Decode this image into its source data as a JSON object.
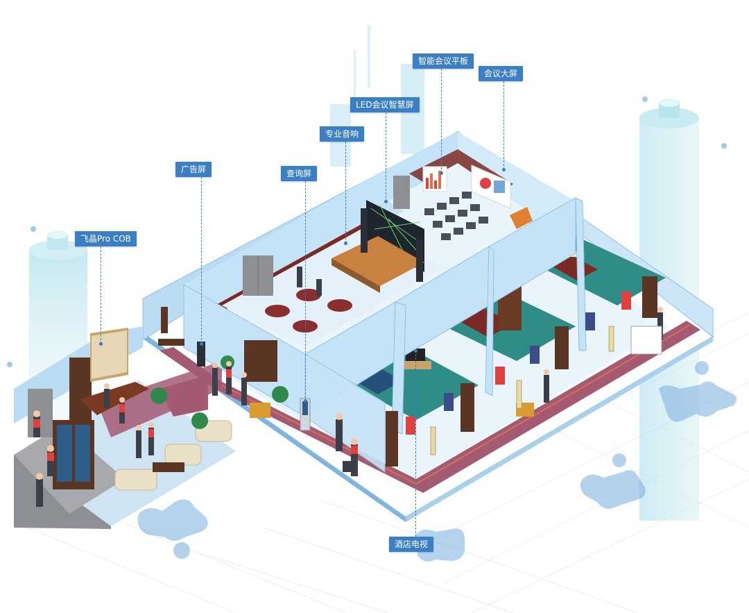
{
  "labels": {
    "feijing_pro_cob": "飞晶Pro COB",
    "ad_screen": "广告屏",
    "query_screen": "查询屏",
    "pro_audio": "专业音响",
    "led_meeting_screen": "LED会议智慧屏",
    "smart_meeting_tablet": "智能会议平板",
    "meeting_big_screen": "会议大屏",
    "hotel_tv": "酒店电视"
  },
  "colors": {
    "accent": "#3a7fc4",
    "wall": "#b9dcf3",
    "floor": "#e9f4fb",
    "carpet": "#a35a72",
    "wood": "#5a3524",
    "teal": "#2f8c86",
    "pillar": "#cfe9f2"
  }
}
